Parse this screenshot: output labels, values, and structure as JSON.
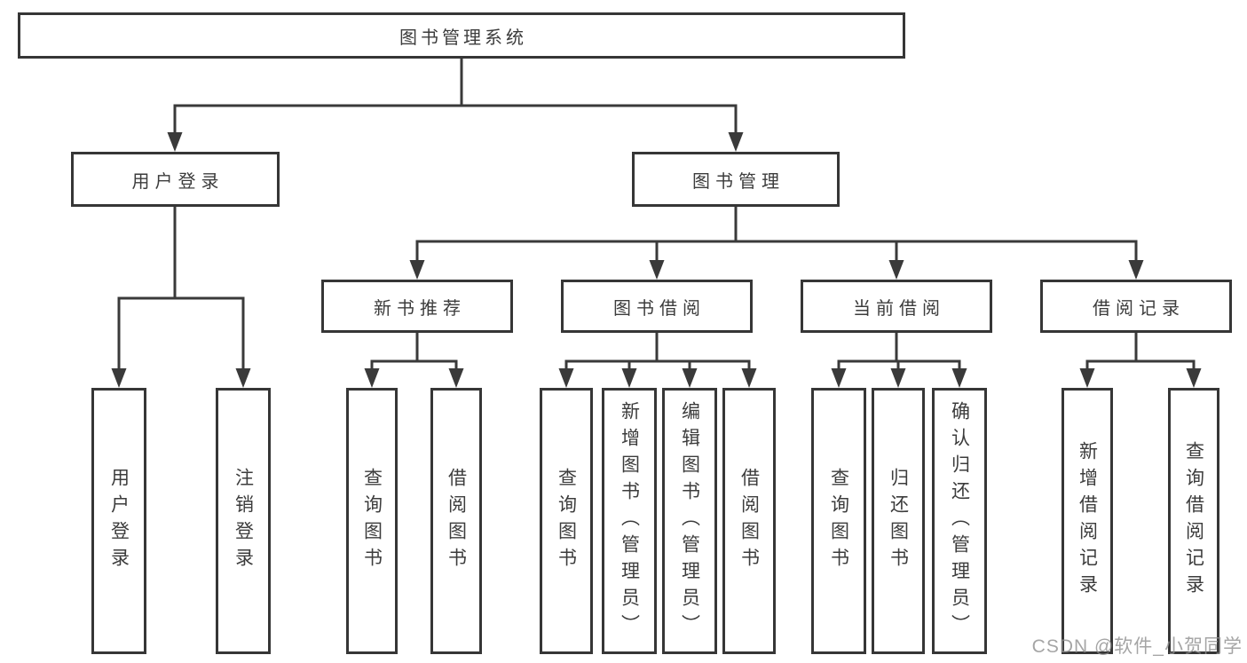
{
  "nodes": {
    "root": "图书管理系统",
    "user_login": "用户登录",
    "book_management": "图书管理",
    "new_book_recommend": "新书推荐",
    "book_borrowing": "图书借阅",
    "current_borrowing": "当前借阅",
    "borrowing_records": "借阅记录",
    "leaf_user_login": "用户登录",
    "leaf_logout_login": "注销登录",
    "leaf_query_books_recommend": "查询图书",
    "leaf_borrow_books_recommend": "借阅图书",
    "leaf_query_books_borrowing": "查询图书",
    "leaf_add_books_admin": "新增图书（管理员）",
    "leaf_edit_books_admin": "编辑图书（管理员）",
    "leaf_borrow_books_borrowing": "借阅图书",
    "leaf_query_books_current": "查询图书",
    "leaf_return_books": "归还图书",
    "leaf_confirm_return_admin": "确认归还（管理员）",
    "leaf_add_borrow_record": "新增借阅记录",
    "leaf_query_borrow_record": "查询借阅记录"
  },
  "watermark": {
    "text": "CSDN @软件_小贺同学"
  },
  "colors": {
    "line": "#3a3a3a",
    "box_border": "#363636",
    "text": "#3c3c3c",
    "watermark": "#8f8f8f",
    "background": "#ffffff"
  }
}
